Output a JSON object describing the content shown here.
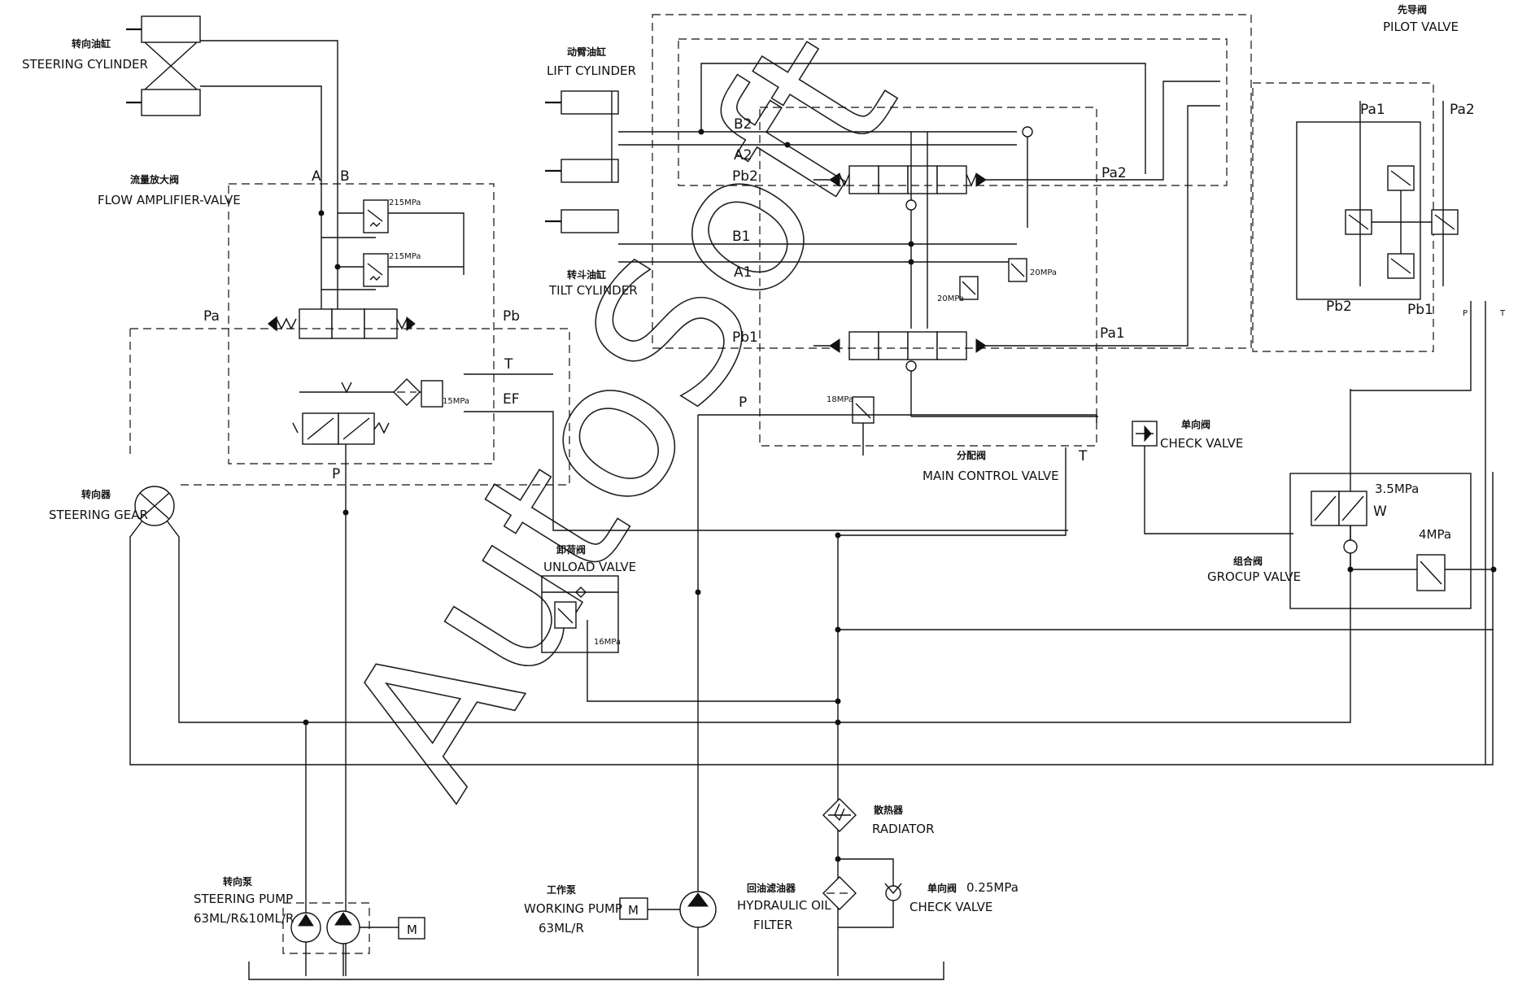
{
  "labels": {
    "steering_cylinder": {
      "cn": "转向油缸",
      "en": "STEERING CYLINDER"
    },
    "flow_amplifier": {
      "cn": "流量放大阀",
      "en": "FLOW AMPLIFIER-VALVE"
    },
    "steering_gear": {
      "cn": "转向器",
      "en": "STEERING GEAR"
    },
    "lift_cylinder": {
      "cn": "动臂油缸",
      "en": "LIFT CYLINDER"
    },
    "tilt_cylinder": {
      "cn": "转斗油缸",
      "en": "TILT CYLINDER"
    },
    "main_control_valve": {
      "cn": "分配阀",
      "en": "MAIN CONTROL VALVE"
    },
    "pilot_valve": {
      "cn": "先导阀",
      "en": "PILOT VALVE"
    },
    "check_valve_top": {
      "cn": "单向阀",
      "en": "CHECK VALVE"
    },
    "group_valve": {
      "cn": "组合阀",
      "en": "GROCUP VALVE"
    },
    "unload_valve": {
      "cn": "卸荷阀",
      "en": "UNLOAD VALVE"
    },
    "radiator": {
      "cn": "散热器",
      "en": "RADIATOR"
    },
    "steering_pump": {
      "cn": "转向泵",
      "en": "STEERING PUMP",
      "spec": "63ML/R&10ML/R"
    },
    "working_pump": {
      "cn": "工作泵",
      "en": "WORKING PUMP",
      "spec": "63ML/R"
    },
    "hydraulic_filter": {
      "cn": "回油滤油器",
      "en1": "HYDRAULIC OIL",
      "en2": "FILTER"
    },
    "check_valve_bottom": {
      "cn": "单向阀",
      "en": "CHECK VALVE",
      "pressure": "0.25MPa"
    }
  },
  "ports": {
    "A": "A",
    "B": "B",
    "Pa": "Pa",
    "Pb": "Pb",
    "T": "T",
    "EF": "EF",
    "P": "P",
    "B2": "B2",
    "A2": "A2",
    "Pb2": "Pb2",
    "B1": "B1",
    "A1": "A1",
    "Pb1": "Pb1",
    "Pa2": "Pa2",
    "Pa1": "Pa1",
    "Pv_Pa1": "Pa1",
    "Pv_Pa2": "Pa2",
    "Pv_Pb2": "Pb2",
    "Pv_Pb1": "Pb1",
    "Pv_P": "P",
    "Pv_T": "T",
    "W": "W"
  },
  "pressures": {
    "relief_a": "215MPa",
    "relief_b": "215MPa",
    "flow_relief": "15MPa",
    "mcv_relief_1": "20MPa",
    "mcv_relief_2": "20MPa",
    "mcv_main_relief": "18MPa",
    "unload_relief": "16MPa",
    "group_1": "3.5MPa",
    "group_2": "4MPa"
  },
  "motor_label": "M",
  "watermark": "AutoSoft"
}
